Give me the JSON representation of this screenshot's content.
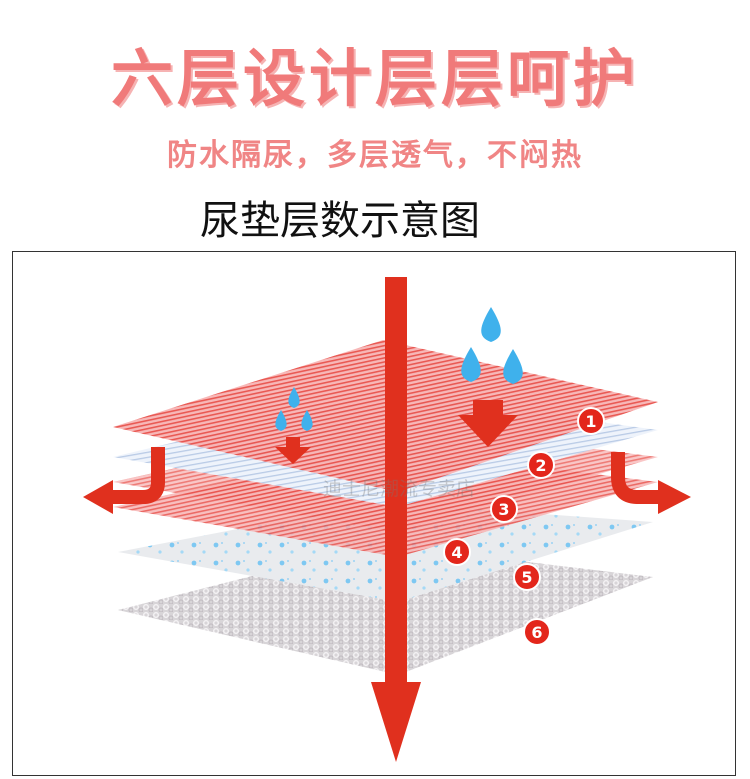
{
  "headline": "六层设计层层呵护",
  "subheadline": "防水隔尿，多层透气，不闷热",
  "diagram_title": "尿垫层数示意图",
  "watermark": "迪士尼潮流专卖店",
  "layer_labels": [
    "1",
    "2",
    "3",
    "4",
    "5",
    "6"
  ],
  "colors": {
    "accent_pink": "#f07a7a",
    "arrow_red": "#e0301e",
    "water_blue": "#3fb1ec",
    "badge_red": "#e3261b"
  }
}
